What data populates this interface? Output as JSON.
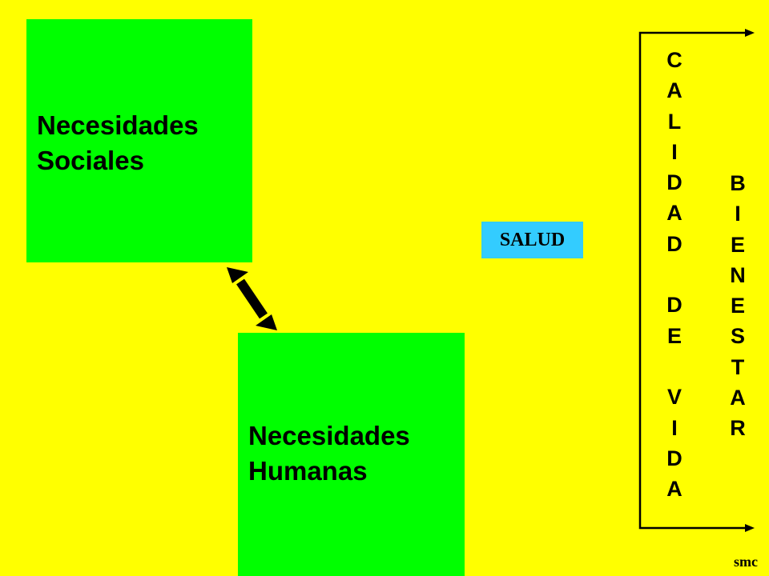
{
  "colors": {
    "background": "#FFFF00",
    "box_fill": "#00FF00",
    "badge_fill": "#33CCFF",
    "ink": "#000000"
  },
  "boxes": {
    "social": {
      "line1": "Necesidades",
      "line2": "Sociales"
    },
    "human": {
      "line1": "Necesidades",
      "line2": "Humanas"
    }
  },
  "badge": {
    "label": "SALUD"
  },
  "vertical_text": {
    "calidad_de_vida": [
      "C",
      "A",
      "L",
      "I",
      "D",
      "A",
      "D",
      "",
      "D",
      "E",
      "",
      "V",
      "I",
      "D",
      "A"
    ],
    "bienestar": [
      "B",
      "I",
      "E",
      "N",
      "E",
      "S",
      "T",
      "A",
      "R"
    ]
  },
  "credit": "smc"
}
